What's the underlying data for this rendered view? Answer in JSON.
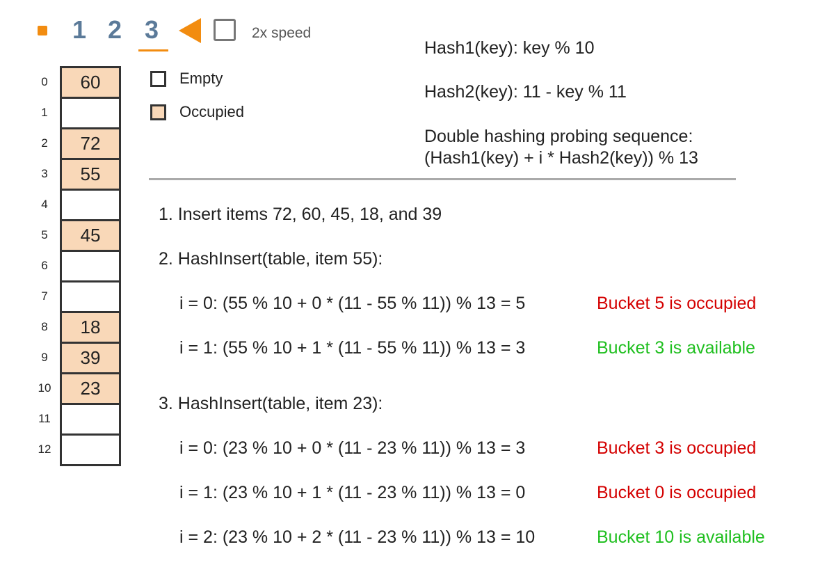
{
  "controls": {
    "steps": [
      "1",
      "2",
      "3"
    ],
    "speed_label": "2x speed",
    "colors": {
      "accent": "#f28c10",
      "step": "#5b7a99"
    }
  },
  "legend": {
    "empty_label": "Empty",
    "occupied_label": "Occupied",
    "colors": {
      "empty": "#ffffff",
      "occupied": "#f9d8b8"
    }
  },
  "table": {
    "buckets": [
      {
        "index": "0",
        "value": "60"
      },
      {
        "index": "1",
        "value": ""
      },
      {
        "index": "2",
        "value": "72"
      },
      {
        "index": "3",
        "value": "55"
      },
      {
        "index": "4",
        "value": ""
      },
      {
        "index": "5",
        "value": "45"
      },
      {
        "index": "6",
        "value": ""
      },
      {
        "index": "7",
        "value": ""
      },
      {
        "index": "8",
        "value": "18"
      },
      {
        "index": "9",
        "value": "39"
      },
      {
        "index": "10",
        "value": "23"
      },
      {
        "index": "11",
        "value": ""
      },
      {
        "index": "12",
        "value": ""
      }
    ]
  },
  "formulas": {
    "hash1": "Hash1(key): key % 10",
    "hash2": "Hash2(key): 11 - key % 11",
    "probing_title": "Double hashing probing sequence:",
    "probing_formula": "(Hash1(key) + i * Hash2(key)) % 13"
  },
  "steps": {
    "step1": "1. Insert items 72, 60, 45, 18, and 39",
    "step2": {
      "title": "2. HashInsert(table, item 55):",
      "probes": [
        {
          "expr": "i = 0: (55 % 10 + 0 * (11 - 55 % 11)) % 13 = 5",
          "status": "Bucket 5 is occupied"
        },
        {
          "expr": "i = 1: (55 % 10 + 1 * (11 - 55 % 11)) % 13 = 3",
          "status": "Bucket 3 is available"
        }
      ]
    },
    "step3": {
      "title": "3. HashInsert(table, item 23):",
      "probes": [
        {
          "expr": "i = 0: (23 % 10 + 0 * (11 - 23 % 11)) % 13 = 3",
          "status": "Bucket 3 is occupied"
        },
        {
          "expr": "i = 1: (23 % 10 + 1 * (11 - 23 % 11)) % 13 = 0",
          "status": "Bucket 0 is occupied"
        },
        {
          "expr": "i = 2: (23 % 10 + 2 * (11 - 23 % 11)) % 13 = 10",
          "status": "Bucket 10 is available"
        }
      ]
    },
    "colors": {
      "occupied_status": "#d40000",
      "available_status": "#1fbf1f"
    }
  }
}
